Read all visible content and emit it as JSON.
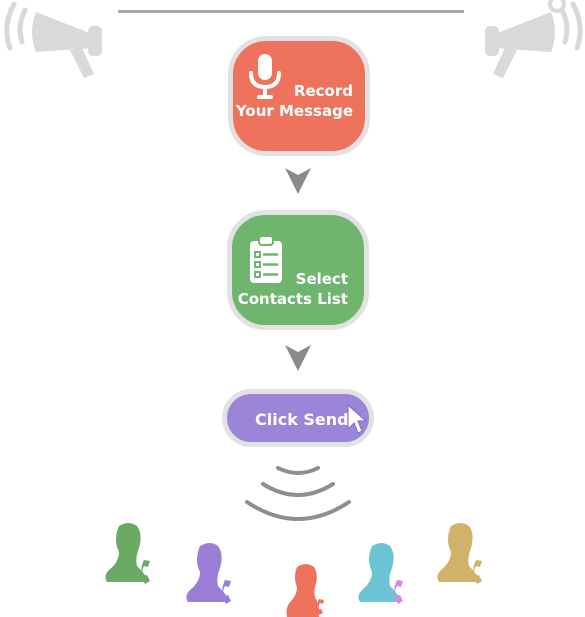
{
  "steps": {
    "record": {
      "line1": "Record",
      "line2": "Your Message",
      "color": "#ee735d"
    },
    "contacts": {
      "line1": "Select",
      "line2": "Contacts List",
      "color": "#6fb56e"
    },
    "send": {
      "label": "Click Send",
      "color": "#9b85d9"
    }
  },
  "icons": {
    "left_decoration": "megaphone-icon",
    "right_decoration": "megaphone-icon",
    "record": "microphone-icon",
    "contacts": "clipboard-list-icon",
    "send": "mouse-cursor-icon",
    "broadcast": "signal-waves-icon",
    "recipients": "person-with-phone-icon"
  },
  "recipient_colors": [
    "#6aaa64",
    "#9b7fd6",
    "#ee735d",
    "#6ac4d4",
    "#d2b26a"
  ],
  "palette": {
    "arrow": "#8a8a8a",
    "decoration": "#d9d9d9",
    "border": "#e2e2e2"
  }
}
